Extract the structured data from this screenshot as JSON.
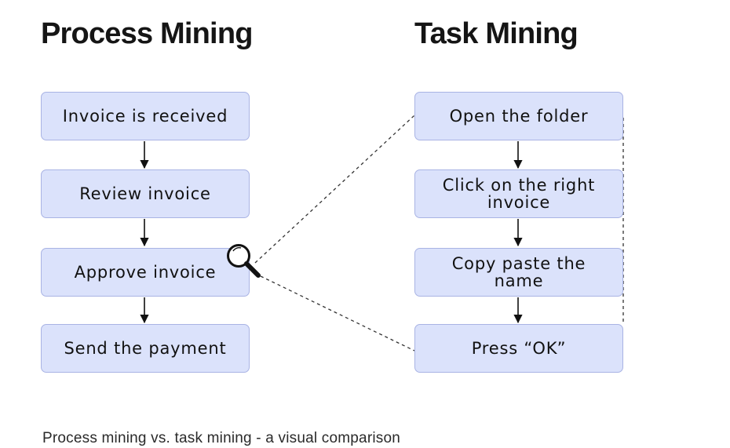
{
  "process_mining": {
    "title": "Process Mining",
    "steps": [
      "Invoice is received",
      "Review invoice",
      "Approve invoice",
      "Send the payment"
    ]
  },
  "task_mining": {
    "title": "Task Mining",
    "steps": [
      "Open the folder",
      "Click on the right\ninvoice",
      "Copy paste the\nname",
      "Press “OK”"
    ]
  },
  "icons": {
    "zoom": "magnifier-icon"
  },
  "colors": {
    "box_fill": "#dbe2fb",
    "box_border": "#a9b3e4",
    "text": "#111111"
  },
  "caption": "Process mining vs. task mining - a visual comparison"
}
